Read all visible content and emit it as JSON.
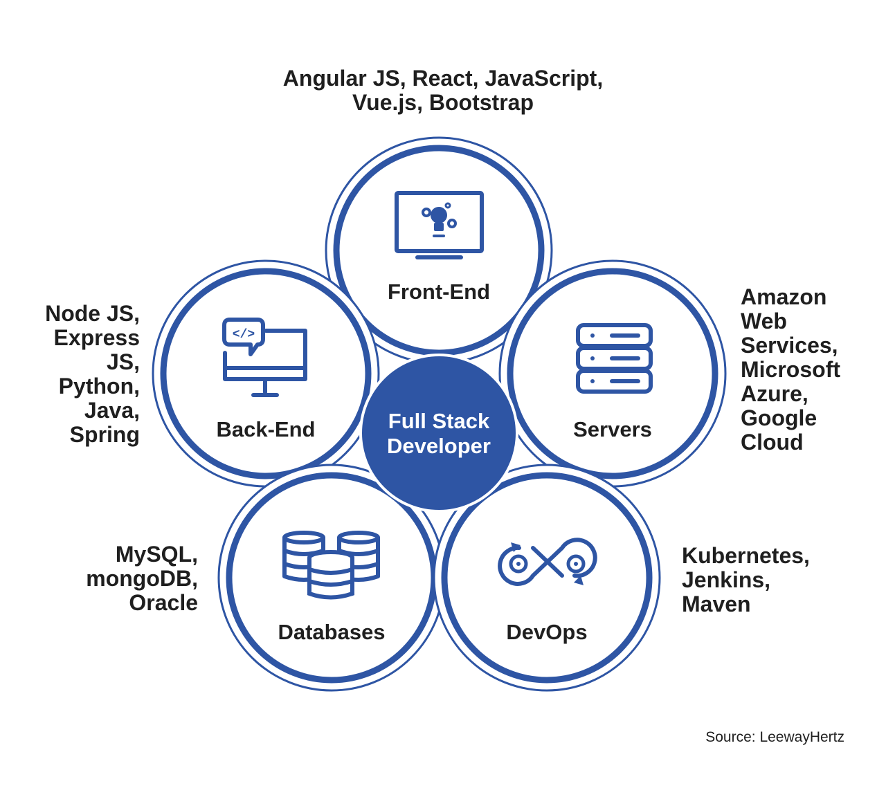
{
  "center": {
    "label_line1": "Full Stack",
    "label_line2": "Developer"
  },
  "nodes": {
    "frontend": {
      "label": "Front-End",
      "technologies": "Angular JS, React, JavaScript,\nVue.js, Bootstrap"
    },
    "backend": {
      "label": "Back-End",
      "technologies": "Node JS,\nExpress\nJS,\nPython,\nJava,\nSpring"
    },
    "servers": {
      "label": "Servers",
      "technologies": "Amazon\nWeb\nServices,\nMicrosoft\nAzure,\nGoogle\nCloud"
    },
    "databases": {
      "label": "Databases",
      "technologies": "MySQL,\nmongoDB,\nOracle"
    },
    "devops": {
      "label": "DevOps",
      "technologies": "Kubernetes,\nJenkins,\nMaven"
    }
  },
  "source": "Source: LeewayHertz",
  "colors": {
    "accent": "#2e55a4",
    "text": "#1f1f1f",
    "background": "#ffffff"
  },
  "icons": {
    "frontend": "monitor-lightbulb-gears-icon",
    "backend": "monitor-code-bubble-icon",
    "servers": "server-stack-icon",
    "databases": "database-cylinders-icon",
    "devops": "devops-infinity-gears-icon"
  }
}
